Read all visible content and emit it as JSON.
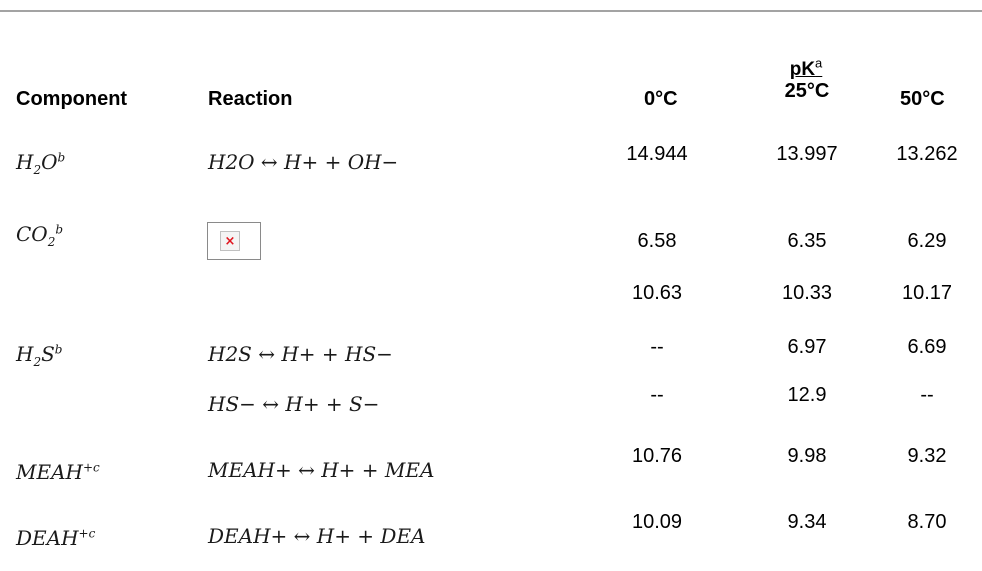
{
  "table": {
    "headers": {
      "component": "Component",
      "reaction": "Reaction",
      "group_label": "pK",
      "group_footnote": "a",
      "t0": "0°C",
      "t25": "25°C",
      "t50": "50°C"
    },
    "rows": [
      {
        "component": {
          "base": "H",
          "sub": "2",
          "rest": "O",
          "note": "b"
        },
        "reaction": "H2O ↔ H+ + OH−",
        "values": [
          {
            "t0": "14.944",
            "t25": "13.997",
            "t50": "13.262"
          }
        ]
      },
      {
        "component": {
          "base": "CO",
          "sub": "2",
          "rest": "",
          "note": "b"
        },
        "reaction_image": "broken-image-icon",
        "values": [
          {
            "t0": "6.58",
            "t25": "6.35",
            "t50": "6.29"
          },
          {
            "t0": "10.63",
            "t25": "10.33",
            "t50": "10.17"
          }
        ]
      },
      {
        "component": {
          "base": "H",
          "sub": "2",
          "rest": "S",
          "note": "b"
        },
        "reactions": [
          "H2S ↔ H+ + HS−",
          "HS− ↔ H+ + S−"
        ],
        "values": [
          {
            "t0": "--",
            "t25": "6.97",
            "t50": "6.69"
          },
          {
            "t0": "--",
            "t25": "12.9",
            "t50": "--"
          }
        ]
      },
      {
        "component": {
          "base": "MEAH",
          "sup": "+",
          "note": "c"
        },
        "reaction": "MEAH+ ↔ H+ + MEA",
        "values": [
          {
            "t0": "10.76",
            "t25": "9.98",
            "t50": "9.32"
          }
        ]
      },
      {
        "component": {
          "base": "DEAH",
          "sup": "+",
          "note": "c"
        },
        "reaction": "DEAH+ ↔ H+ + DEA",
        "values": [
          {
            "t0": "10.09",
            "t25": "9.34",
            "t50": "8.70"
          }
        ]
      }
    ]
  }
}
